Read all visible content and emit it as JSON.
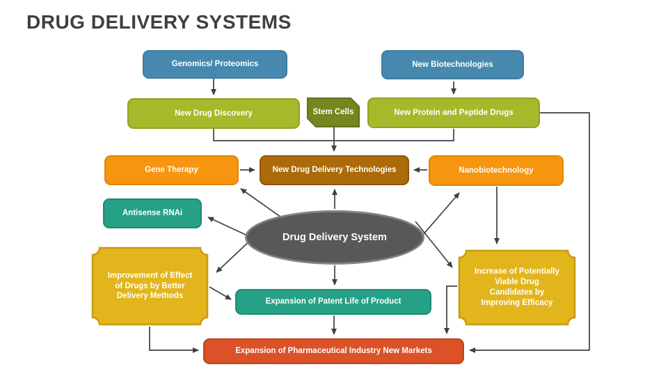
{
  "slide": {
    "title": "DRUG DELIVERY SYSTEMS"
  },
  "colors": {
    "title_text": "#3f3f3f",
    "connector": "#404040",
    "blue": "#4789ae",
    "yellow_green": "#a6b92b",
    "olive": "#76861e",
    "orange": "#f6950f",
    "brown": "#ac6a08",
    "teal": "#26a187",
    "gray_ellipse": "#585858",
    "yellow_plaque": "#e2b51d",
    "red_orange": "#db5228",
    "label_text": "#ffffff"
  },
  "nodes": {
    "genomics": {
      "label": "Genomics/ Proteomics",
      "shape": "rounded-rect",
      "fill": "#4789ae"
    },
    "biotech": {
      "label": "New Biotechnologies",
      "shape": "rounded-rect",
      "fill": "#4789ae"
    },
    "ndd": {
      "label": "New Drug Discovery",
      "shape": "rounded-rect",
      "fill": "#a6b92b"
    },
    "stem": {
      "label": "Stem Cells",
      "shape": "snip-corner-rect",
      "fill": "#76861e"
    },
    "protein": {
      "label": "New Protein and Peptide Drugs",
      "shape": "rounded-rect",
      "fill": "#a6b92b"
    },
    "gene": {
      "label": "Gene Therapy",
      "shape": "rounded-rect",
      "fill": "#f6950f"
    },
    "nddt": {
      "label": "New Drug Delivery Technologies",
      "shape": "rounded-rect",
      "fill": "#ac6a08"
    },
    "nano": {
      "label": "Nanobiotechnology",
      "shape": "rounded-rect",
      "fill": "#f6950f"
    },
    "antisense": {
      "label": "Antisense RNAi",
      "shape": "rounded-rect",
      "fill": "#26a187"
    },
    "dds": {
      "label": "Drug Delivery System",
      "shape": "ellipse",
      "fill": "#585858"
    },
    "improve": {
      "label": "Improvement of Effect\nof Drugs by Better\nDelivery Methods",
      "shape": "plaque",
      "fill": "#e2b51d"
    },
    "increase": {
      "label": "Increase of Potentially\nViable Drug\nCandidates  by\nImproving Efficacy",
      "shape": "plaque",
      "fill": "#e2b51d"
    },
    "patent": {
      "label": "Expansion of Patent Life of Product",
      "shape": "rounded-rect",
      "fill": "#26a187"
    },
    "markets": {
      "label": "Expansion of Pharmaceutical Industry New Markets",
      "shape": "rounded-rect",
      "fill": "#db5228"
    }
  },
  "edges": [
    {
      "from": "genomics",
      "to": "ndd"
    },
    {
      "from": "biotech",
      "to": "protein"
    },
    {
      "from": "ndd+protein+stem",
      "to": "nddt"
    },
    {
      "from": "gene",
      "to": "nddt"
    },
    {
      "from": "nano",
      "to": "nddt"
    },
    {
      "from": "protein",
      "to": "markets"
    },
    {
      "from": "dds",
      "to": "nddt"
    },
    {
      "from": "dds",
      "to": "gene"
    },
    {
      "from": "dds",
      "to": "antisense"
    },
    {
      "from": "dds",
      "to": "improve"
    },
    {
      "from": "dds",
      "to": "patent"
    },
    {
      "from": "dds",
      "to": "nano"
    },
    {
      "from": "dds",
      "to": "increase"
    },
    {
      "from": "improve",
      "to": "patent"
    },
    {
      "from": "improve",
      "to": "markets"
    },
    {
      "from": "nano",
      "to": "increase"
    },
    {
      "from": "increase",
      "to": "markets"
    },
    {
      "from": "patent",
      "to": "markets"
    }
  ]
}
